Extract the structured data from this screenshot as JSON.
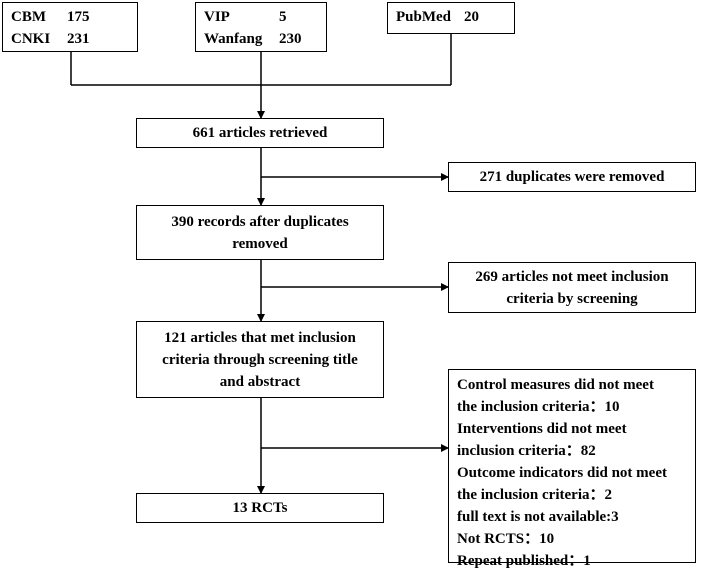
{
  "sources": {
    "box1": {
      "rows": [
        {
          "name": "CBM",
          "count": "175"
        },
        {
          "name": "CNKI",
          "count": "231"
        }
      ]
    },
    "box2": {
      "rows": [
        {
          "name": "VIP",
          "count": "5"
        },
        {
          "name": "Wanfang",
          "count": "230"
        }
      ]
    },
    "box3": {
      "rows": [
        {
          "name": "PubMed",
          "count": "20"
        }
      ]
    }
  },
  "steps": {
    "retrieved": "661 articles retrieved",
    "after_duplicates": [
      "390 records after duplicates",
      "removed"
    ],
    "screened": [
      "121 articles that met inclusion",
      "criteria through screening title",
      "and abstract"
    ],
    "final": "13 RCTs"
  },
  "exclusions": {
    "duplicates": "271 duplicates were removed",
    "screening": [
      "269 articles not meet inclusion",
      "criteria by screening"
    ],
    "full_text": [
      "Control measures  did not meet",
      "the inclusion criteria：10",
      "Interventions did not meet",
      "inclusion criteria：82",
      "Outcome indicators did not meet",
      "the inclusion criteria：2",
      "full text is not available:3",
      "Not RCTS：10",
      "Repeat published：1"
    ]
  }
}
